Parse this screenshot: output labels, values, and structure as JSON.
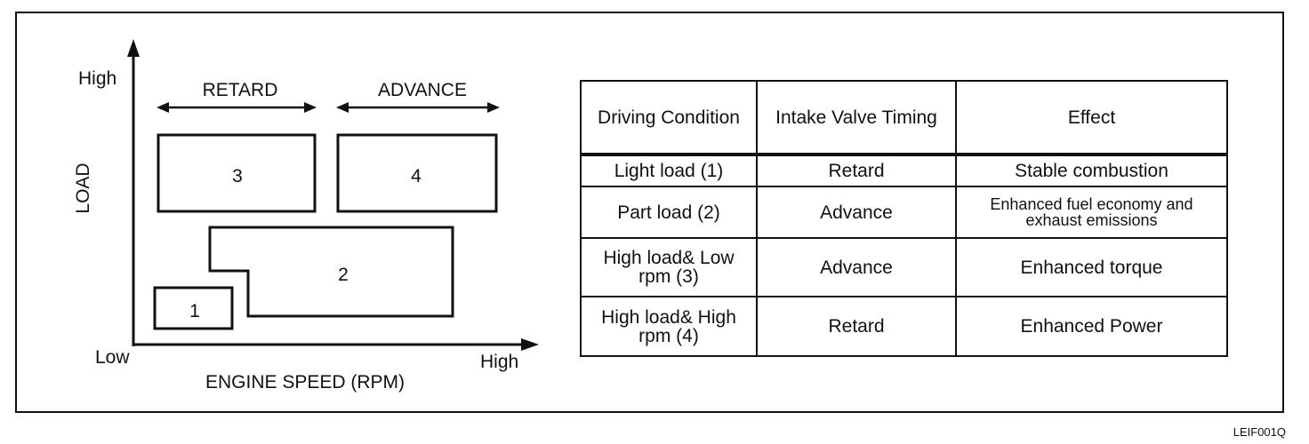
{
  "diagram": {
    "y_axis": {
      "label": "LOAD",
      "high": "High"
    },
    "x_axis": {
      "label": "ENGINE SPEED (RPM)",
      "low": "Low",
      "high": "High"
    },
    "ranges": {
      "retard": "RETARD",
      "advance": "ADVANCE"
    },
    "regions": [
      {
        "id": "1",
        "label": "1"
      },
      {
        "id": "2",
        "label": "2"
      },
      {
        "id": "3",
        "label": "3"
      },
      {
        "id": "4",
        "label": "4"
      }
    ]
  },
  "table": {
    "headers": [
      "Driving Condition",
      "Intake Valve Timing",
      "Effect"
    ],
    "rows": [
      {
        "condition": "Light load (1)",
        "timing": "Retard",
        "effect": "Stable combustion"
      },
      {
        "condition": "Part load (2)",
        "timing": "Advance",
        "effect": "Enhanced fuel economy and exhaust emissions"
      },
      {
        "condition": "High load& Low rpm (3)",
        "timing": "Advance",
        "effect": "Enhanced torque"
      },
      {
        "condition": "High load& High rpm (4)",
        "timing": "Retard",
        "effect": "Enhanced Power"
      }
    ]
  },
  "figure_code": "LEIF001Q"
}
